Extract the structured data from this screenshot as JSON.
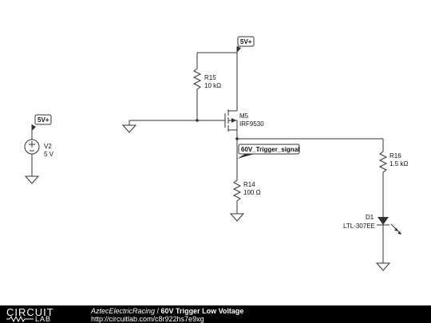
{
  "components": {
    "r15": {
      "ref": "R15",
      "value": "10 kΩ"
    },
    "m5": {
      "ref": "M5",
      "value": "IRF9530"
    },
    "v2": {
      "ref": "V2",
      "value": "5 V"
    },
    "r14": {
      "ref": "R14",
      "value": "100 Ω"
    },
    "r16": {
      "ref": "R16",
      "value": "1.5 kΩ"
    },
    "d1": {
      "ref": "D1",
      "value": "LTL-307EE"
    }
  },
  "net_labels": {
    "supply_top": "5V+",
    "supply_left": "5V+",
    "trigger": "60V_Trigger_signal"
  },
  "footer": {
    "logo_top": "CIRCUIT",
    "logo_bottom": "LAB",
    "author": "AztecElectricRacing",
    "separator": " / ",
    "project": "60V Trigger Low Voltage",
    "url": "http://circuitlab.com/c8r922hs7e9xg"
  },
  "colors": {
    "wire": "#333333",
    "background": "#ffffff",
    "footer": "#000000"
  }
}
